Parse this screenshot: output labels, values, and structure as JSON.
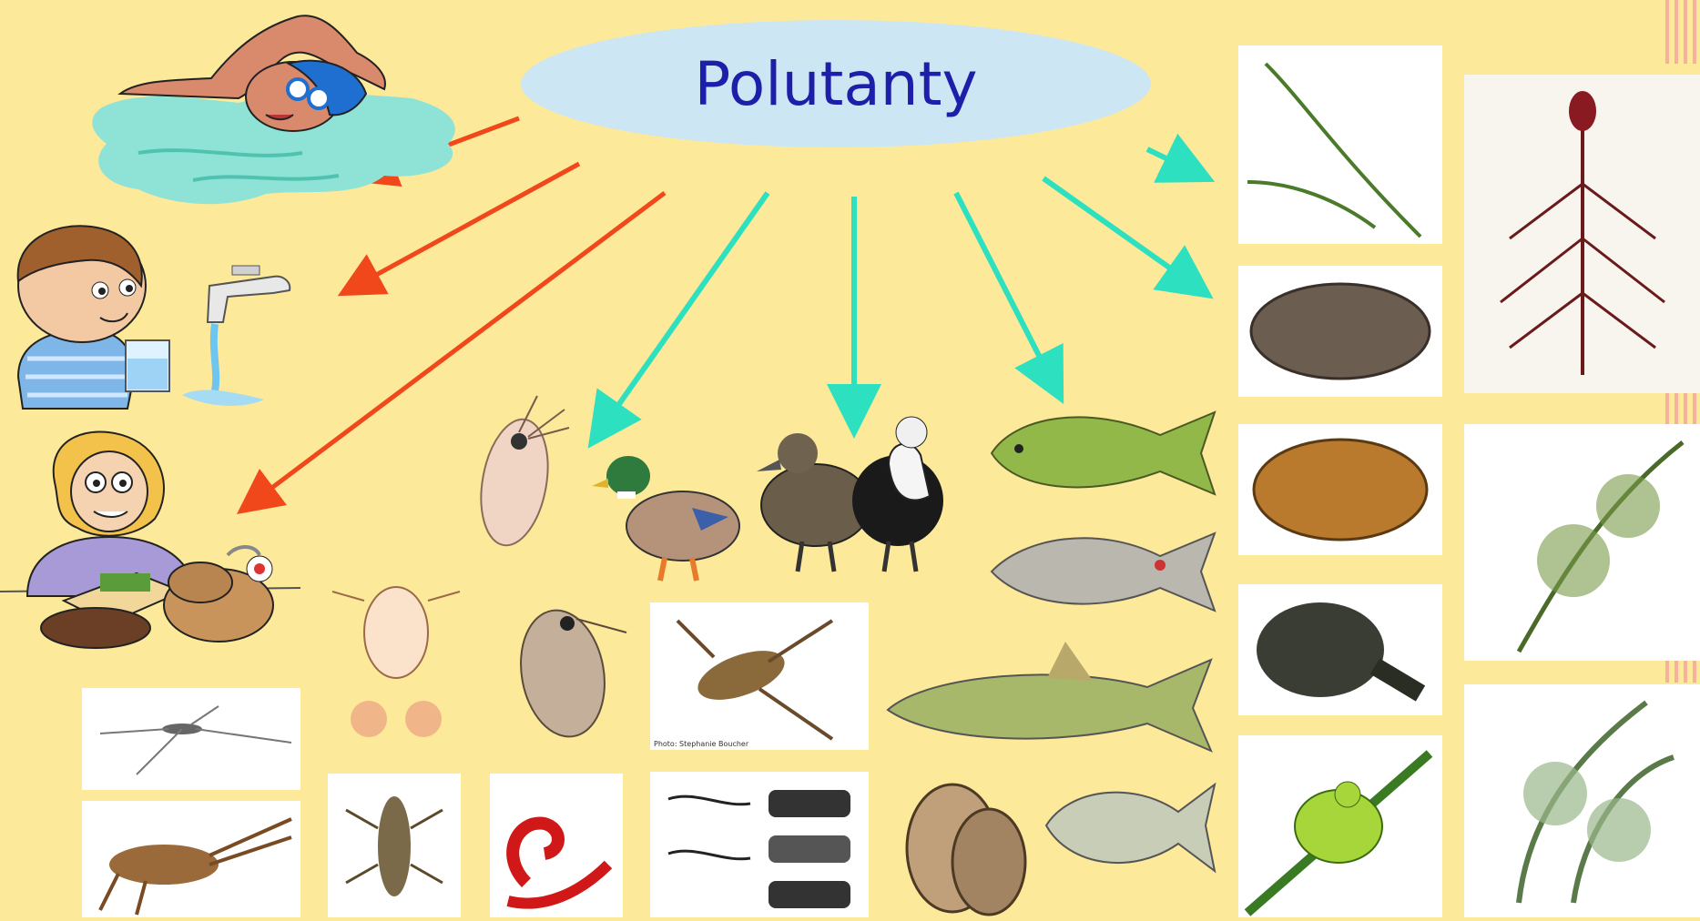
{
  "title": {
    "text": "Polutanty",
    "color": "#1d1ea9",
    "fill": "#cde6f3"
  },
  "background": "#fde99a",
  "arrow_colors": {
    "human_path": "#f0481b",
    "ecosystem_path": "#2ce0c0"
  },
  "groups": {
    "human_exposure": [
      "swimmer",
      "child-drinking-tap-water",
      "girl-eating-food"
    ],
    "ecosystem_organisms": [
      "water-flea",
      "mallard-duck",
      "eider-ducks",
      "carp",
      "roach-fish",
      "barbel-fish",
      "bream-fish",
      "zebra-mussels",
      "copepod",
      "daphnia",
      "water-boatman",
      "water-strider",
      "crayfish",
      "mayfly-larva",
      "bloodworms",
      "caddisfly-larvae",
      "pondweed",
      "freshwater-mussel",
      "clam",
      "pond-snail",
      "tree-frog",
      "water-milfoil",
      "hornwort",
      "water-moss"
    ]
  },
  "photo_credit": "Photo: Stephanie Boucher"
}
